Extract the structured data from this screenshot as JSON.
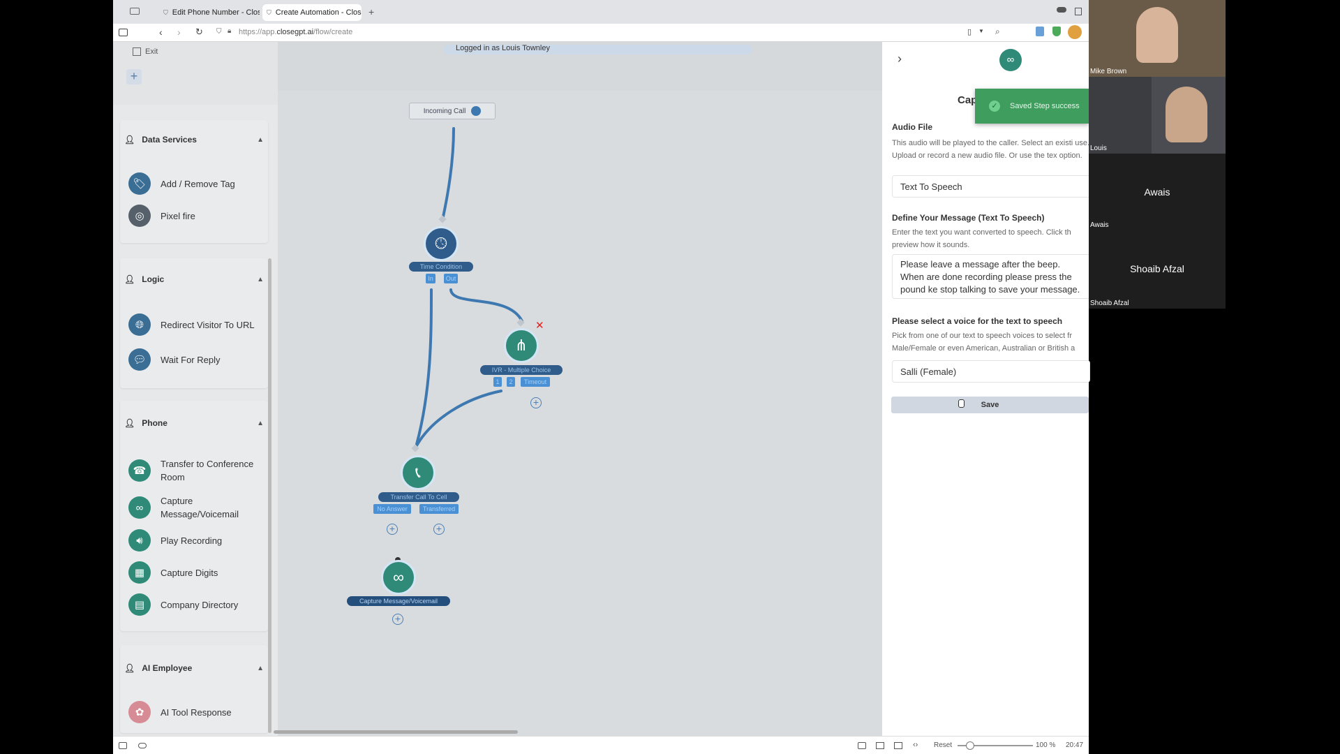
{
  "browser": {
    "tabs": [
      {
        "label": "Edit Phone Number - Close"
      },
      {
        "label": "Create Automation - Close"
      }
    ],
    "new_tab": "+",
    "url_prefix": "https://app.",
    "url_domain": "closegpt.ai",
    "url_path": "/flow/create"
  },
  "header": {
    "exit_label": "Exit",
    "logged_in": "Logged in as Louis Townley",
    "add_label": "+"
  },
  "sidebar": {
    "sections": [
      {
        "title": "Data Services",
        "items": [
          {
            "label": "Add / Remove Tag",
            "icon": "tag-icon"
          },
          {
            "label": "Pixel fire",
            "icon": "target-icon"
          }
        ]
      },
      {
        "title": "Logic",
        "items": [
          {
            "label": "Redirect Visitor To URL",
            "icon": "globe-icon"
          },
          {
            "label": "Wait For Reply",
            "icon": "chat-icon"
          }
        ]
      },
      {
        "title": "Phone",
        "items": [
          {
            "label": "Transfer to Conference Room",
            "icon": "conference-icon"
          },
          {
            "label": "Capture Message/Voicemail",
            "icon": "voicemail-icon"
          },
          {
            "label": "Play Recording",
            "icon": "speaker-icon"
          },
          {
            "label": "Capture Digits",
            "icon": "keypad-icon"
          },
          {
            "label": "Company Directory",
            "icon": "directory-icon"
          }
        ]
      },
      {
        "title": "AI Employee",
        "items": [
          {
            "label": "AI Tool Response",
            "icon": "brain-icon"
          }
        ]
      }
    ]
  },
  "canvas": {
    "start_node": "Incoming Call",
    "nodes": [
      {
        "label": "Time Condition",
        "ports": [
          "In",
          "Out"
        ]
      },
      {
        "label": "IVR - Multiple Choice",
        "ports": [
          "1",
          "2",
          "Timeout"
        ]
      },
      {
        "label": "Transfer Call To Cell",
        "ports": [
          "No Answer",
          "Transferred"
        ]
      },
      {
        "label": "Capture Message/Voicemail",
        "ports": []
      }
    ],
    "delete_mark": "✕"
  },
  "panel": {
    "title_partial": "Cap",
    "toast": "Saved Step success",
    "audio_title": "Audio File",
    "audio_desc": "This audio will be played to the caller. Select an existi use. Upload or record a new audio file. Or use the tex option.",
    "audio_value": "Text To Speech",
    "message_title": "Define Your Message (Text To Speech)",
    "message_desc": "Enter the text you want converted to speech. Click th preview how it sounds.",
    "message_value": "Please leave a message after the beep. When are done recording please press the pound ke stop talking to save your message.",
    "voice_title": "Please select a voice for the text to speech",
    "voice_desc": "Pick from one of our text to speech voices to select fr Male/Female or even American, Australian or British a",
    "voice_value": "Salli (Female)",
    "save_label": "Save"
  },
  "bottom": {
    "reset": "Reset",
    "zoom": "100 %",
    "time": "20:47"
  },
  "participants": [
    {
      "name": "Mike Brown"
    },
    {
      "name": "Louis"
    },
    {
      "name": "Awais"
    },
    {
      "name": "Shoaib Afzal"
    }
  ]
}
